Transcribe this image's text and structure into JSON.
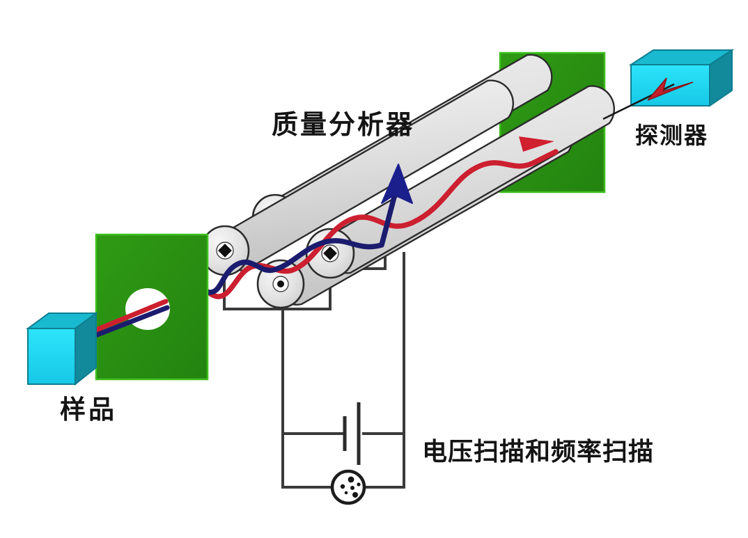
{
  "figure": {
    "title_visible": false,
    "background": "#ffffff",
    "subject": "quadrupole-mass-analyzer-schematic"
  },
  "labels": {
    "mass_analyzer": "质量分析器",
    "detector": "探测器",
    "sample": "样品",
    "scan": "电压扫描和频率扫描"
  },
  "colors": {
    "green_plate": "#2a8f12",
    "green_plate_edge": "#3fbf1e",
    "cyan_front": "#1fd5f0",
    "cyan_top": "#19b9cf",
    "cyan_side": "#138a9c",
    "rod_fill": "#dcdcdc",
    "rod_fill_light": "#e8e8e8",
    "rod_stroke": "#2b2b2b",
    "trajectory_red": "#cc1f2f",
    "trajectory_blue": "#1b1c6e",
    "arrow_blue": "#1b1f8c",
    "arrow_red": "#cc1f2f",
    "wire": "#3a3a3a",
    "text": "#141414",
    "background": "#ffffff"
  },
  "components": {
    "sample_box": {
      "name": "sample",
      "shape": "cube-3d",
      "color": "cyan"
    },
    "entrance_plate": {
      "name": "entrance-aperture-plate",
      "shape": "rectangle-with-circular-hole",
      "color": "green"
    },
    "exit_plate": {
      "name": "exit-aperture-plate",
      "shape": "rectangle-with-circular-hole",
      "color": "green"
    },
    "detector_box": {
      "name": "detector",
      "shape": "box-3d",
      "color": "cyan"
    },
    "quadrupole_rods": {
      "count": 4,
      "markers": [
        "dot",
        "diamond",
        "diamond",
        "dot"
      ],
      "description": "four parallel cylindrical rods arranged in a square"
    },
    "circuit": {
      "battery_symbol": "dc-voltage-source",
      "generator_symbol": "rf-signal-generator",
      "wires": 4
    },
    "ion_beams": [
      {
        "name": "stable-ion-path",
        "color": "red",
        "fate": "transmitted-to-detector"
      },
      {
        "name": "unstable-ion-path",
        "color": "blue",
        "fate": "ejected-from-quadrupole"
      }
    ]
  }
}
